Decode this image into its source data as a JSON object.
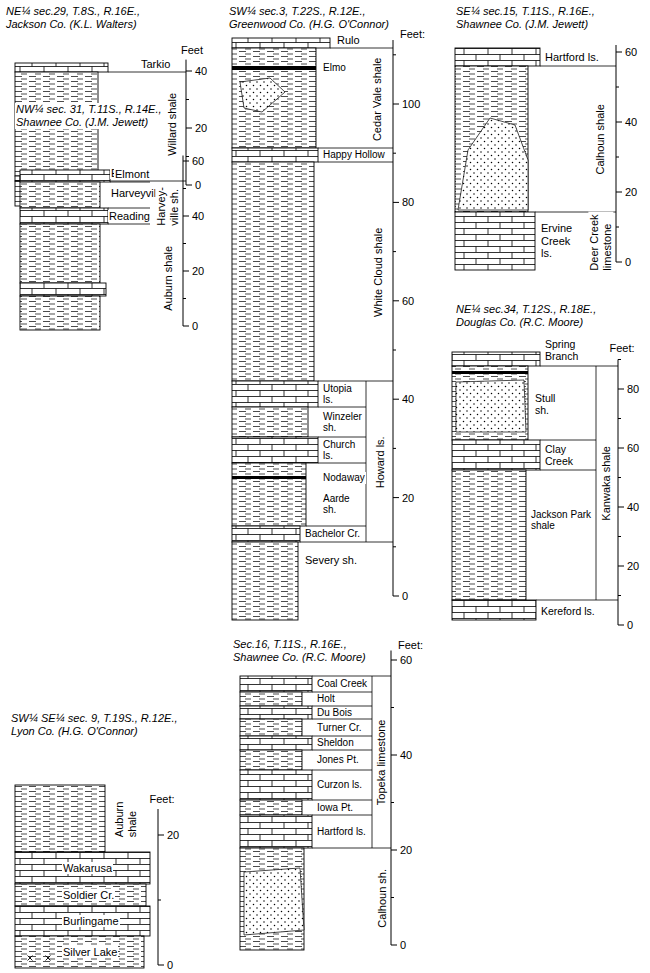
{
  "diagram": {
    "labels": [
      "NE¼ sec.29, T.8S., R.16E., Jackson Co. (K.L. Walters)",
      "Feet",
      "40",
      "20",
      "0",
      "Tarkio",
      "Willard shale",
      "Elmont",
      "Harveyville",
      "NW¼ sec. 31, T.11S., R.14E., Shawnee Co. (J.M. Jewett)",
      "60",
      "40",
      "20",
      "0",
      "Elmont",
      "Harvey- ville sh.",
      "Reading",
      "Auburn shale",
      "SW¼ SE¼ sec. 9, T.19S., R.12E., Lyon Co. (H.G. O'Connor)",
      "Feet:",
      "20",
      "0",
      "Auburn shale",
      "Wakarusa",
      "Soldier Cr.",
      "Burlingame",
      "Silver Lake",
      "SW¼ sec.3, T.22S., R.12E., Greenwood Co. (H.G. O'Connor)",
      "Feet:",
      "100",
      "80",
      "60",
      "40",
      "20",
      "0",
      "Rulo",
      "Elmo",
      "Cedar Vale shale",
      "Happy Hollow",
      "White Cloud shale",
      "Utopia ls.",
      "Winzeler sh.",
      "Church ls.",
      "Nodaway",
      "Aarde sh.",
      "Bachelor Cr.",
      "Howard ls.",
      "Severy sh.",
      "Sec.16, T.11S., R.16E., Shawnee Co. (R.C. Moore)",
      "Feet:",
      "60",
      "40",
      "20",
      "0",
      "Coal Creek",
      "Holt",
      "Du Bois",
      "Turner Cr.",
      "Sheldon",
      "Jones Pt.",
      "Curzon ls.",
      "Iowa Pt.",
      "Hartford ls.",
      "Topeka limestone",
      "Calhoun sh.",
      "SE¼ sec.15, T.11S., R.16E., Shawnee Co. (J.M. Jewett)",
      "60",
      "40",
      "20",
      "0",
      "Hartford ls.",
      "Calhoun shale",
      "Ervine Creek ls.",
      "Deer Creek limestone",
      "NE¼ sec.34, T.12S., R.18E., Douglas Co. (R.C. Moore)",
      "Feet:",
      "80",
      "60",
      "40",
      "20",
      "0",
      "Spring Branch",
      "Stull sh.",
      "Clay Creek",
      "Jackson Park shale",
      "Kanwaka shale",
      "Kereford ls."
    ]
  }
}
